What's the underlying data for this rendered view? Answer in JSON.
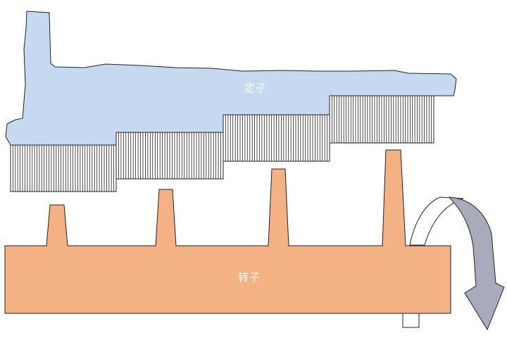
{
  "diagram": {
    "stator": {
      "label": "定子",
      "fill": "#c5daf0",
      "outline": "#222222"
    },
    "rotor": {
      "label": "转子",
      "fill": "#f4b183",
      "outline": "#222222"
    },
    "brushes": {
      "stroke": "#222222",
      "count_per_block": [
        22,
        22,
        22,
        22
      ]
    },
    "rotation_arrow": {
      "front_fill": "#a8abbb",
      "back_fill": "#ffffff",
      "outline": "#222222"
    },
    "shaft": {
      "fill": "#ffffff",
      "outline": "#222222"
    }
  }
}
